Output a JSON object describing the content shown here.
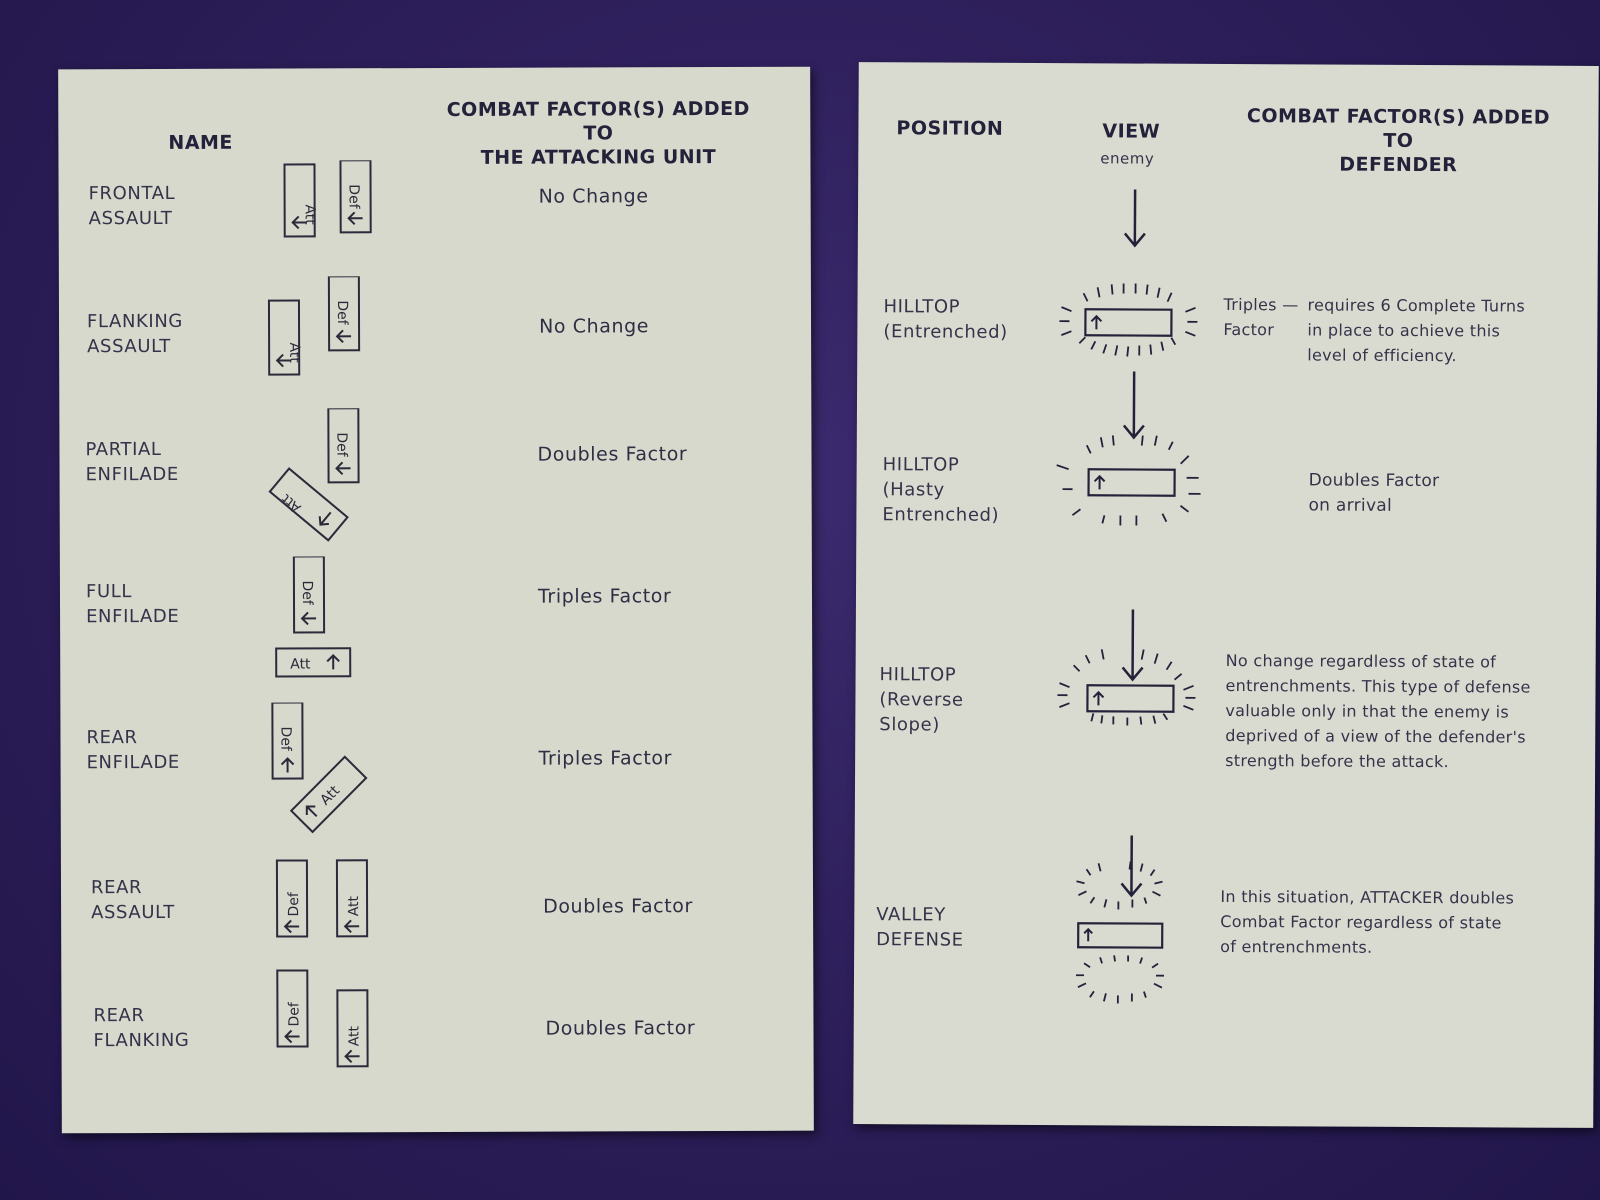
{
  "left_card": {
    "headers": {
      "name": "NAME",
      "factor_line1": "COMBAT FACTOR(S) ADDED TO",
      "factor_line2": "THE ATTACKING UNIT"
    },
    "rows": [
      {
        "name1": "FRONTAL",
        "name2": "ASSAULT",
        "factor": "No Change"
      },
      {
        "name1": "FLANKING",
        "name2": "ASSAULT",
        "factor": "No Change"
      },
      {
        "name1": "PARTIAL",
        "name2": "ENFILADE",
        "factor": "Doubles Factor"
      },
      {
        "name1": "FULL",
        "name2": "ENFILADE",
        "factor": "Triples Factor"
      },
      {
        "name1": "REAR",
        "name2": "ENFILADE",
        "factor": "Triples Factor"
      },
      {
        "name1": "REAR",
        "name2": "ASSAULT",
        "factor": "Doubles Factor"
      },
      {
        "name1": "REAR",
        "name2": "FLANKING",
        "factor": "Doubles Factor"
      }
    ],
    "unit_labels": {
      "attacker": "Att",
      "defender": "Def"
    }
  },
  "right_card": {
    "headers": {
      "position": "POSITION",
      "view": "VIEW",
      "view_sub": "enemy",
      "factor_line1": "COMBAT FACTOR(S) ADDED TO",
      "factor_line2": "DEFENDER"
    },
    "rows": [
      {
        "pos1": "HILLTOP",
        "pos2": "(Entrenched)",
        "pos3": "",
        "text_lead1": "Triples —",
        "text_lead2": "Factor",
        "text_body1": "requires 6 Complete Turns",
        "text_body2": "in place to achieve this",
        "text_body3": "level of efficiency."
      },
      {
        "pos1": "HILLTOP",
        "pos2": "(Hasty",
        "pos3": "Entrenched)",
        "text1": "Doubles Factor",
        "text2": "on arrival"
      },
      {
        "pos1": "HILLTOP",
        "pos2": "(Reverse",
        "pos3": "Slope)",
        "text1": "No change regardless of state of",
        "text2": "entrenchments. This type of defense",
        "text3": "valuable only in that the enemy is",
        "text4": "deprived of a view of the defender's",
        "text5": "strength before the attack."
      },
      {
        "pos1": "VALLEY",
        "pos2": "DEFENSE",
        "pos3": "",
        "text1": "In this situation, ATTACKER doubles",
        "text2": "Combat Factor regardless of state",
        "text3": "of entrenchments."
      }
    ]
  },
  "colors": {
    "background": "#2b1d57",
    "card": "#d6d9cc",
    "ink": "#23223a"
  }
}
